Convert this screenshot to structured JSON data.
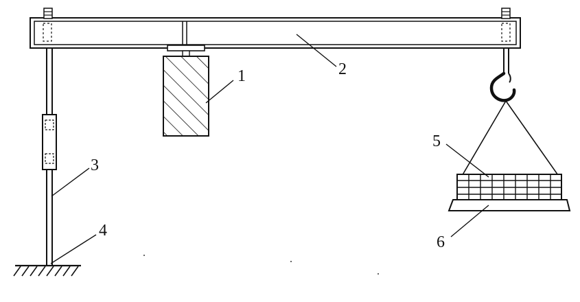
{
  "diagram": {
    "labels": {
      "part_1": "1",
      "part_2": "2",
      "part_3": "3",
      "part_4": "4",
      "part_5": "5",
      "part_6": "6"
    },
    "colors": {
      "line": "#111111",
      "background": "#ffffff"
    }
  }
}
